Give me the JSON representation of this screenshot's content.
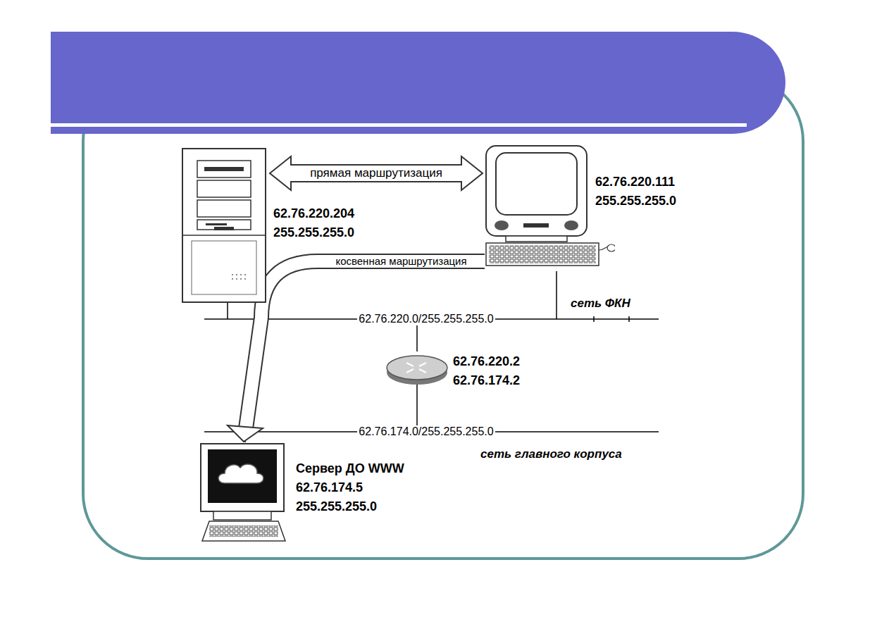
{
  "diagram": {
    "nodes": [
      {
        "text": [
          "62.76.220.204",
          "255.255.255.0"
        ]
      },
      {
        "text": [
          "62.76.220.111",
          "255.255.255.0"
        ]
      },
      {
        "text": [
          "62.76.220.2",
          "62.76.174.2"
        ]
      },
      {
        "text": [
          "Сервер ДО WWW",
          "62.76.174.5",
          "255.255.255.0"
        ]
      }
    ],
    "edges": [
      {
        "from": 0,
        "to": 1,
        "arrow": "both",
        "label": "прямая маршрутизация"
      },
      {
        "from": 1,
        "to": 3,
        "arrow": "to",
        "label": "косвенная маршрутизация"
      }
    ],
    "labels": [
      "62.76.220.0/255.255.255.0",
      "сеть ФКН",
      "62.76.174.0/255.255.255.0",
      "сеть главного корпуса"
    ]
  }
}
